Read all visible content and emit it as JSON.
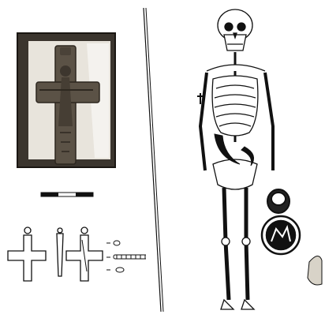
{
  "figure": {
    "left_panel": {
      "photo": {
        "subject": "bronze-pectoral-cross",
        "frame": "dark-box"
      },
      "scale_bar": {
        "segments": 3
      },
      "drawings": [
        "cross-front",
        "cross-side",
        "cross-back",
        "chain-links"
      ]
    },
    "right_panel": {
      "subject": "burial-skeleton-plan",
      "grave_goods": [
        "cross-pendant",
        "vessel",
        "bowl",
        "sickle-object"
      ]
    },
    "colors": {
      "ink": "#111111",
      "photo_bg": "#3a342c",
      "paper": "#ffffff"
    }
  }
}
